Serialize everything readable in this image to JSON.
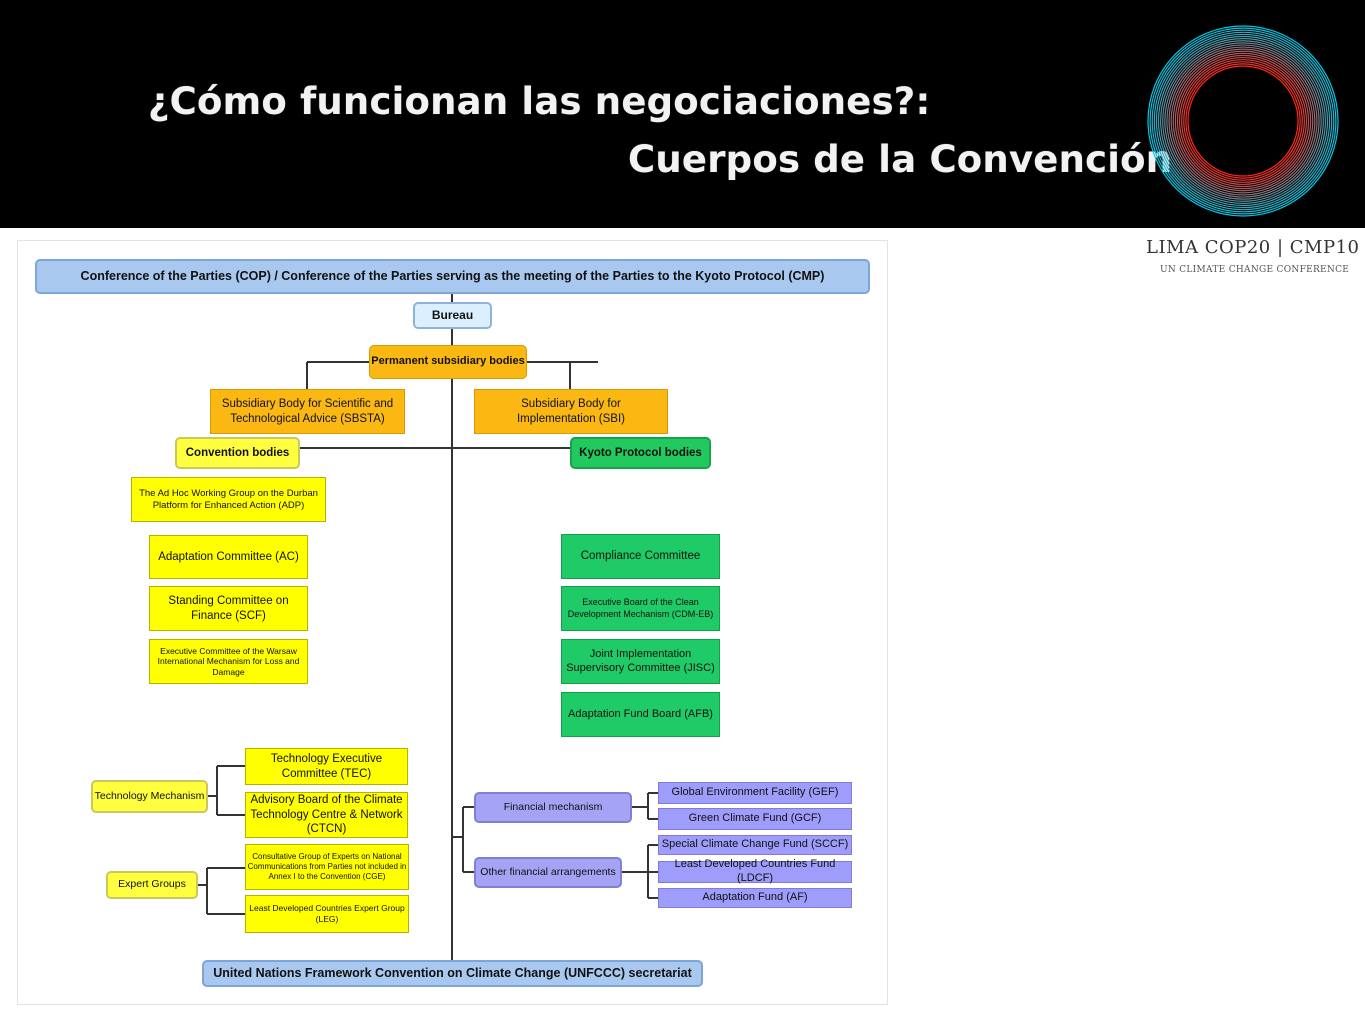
{
  "header": {
    "title_line1": "¿Cómo funcionan las negociaciones?:",
    "title_line2": "Cuerpos de la Convención"
  },
  "brand": {
    "line1": "LIMA COP20 | CMP10",
    "line2": "UN CLIMATE CHANGE CONFERENCE"
  },
  "chart": {
    "cop": "Conference of the Parties (COP) /  Conference of the Parties serving as the meeting of the Parties to the Kyoto Protocol (CMP)",
    "bureau": "Bureau",
    "permanent": "Permanent subsidiary bodies",
    "sbsta": "Subsidiary Body for Scientific and Technological Advice (SBSTA)",
    "sbi": "Subsidiary Body for Implementation (SBI)",
    "convention_bodies": "Convention bodies",
    "kyoto_bodies": "Kyoto Protocol bodies",
    "adp": "The Ad Hoc Working Group on the Durban Platform for Enhanced Action (ADP)",
    "ac": "Adaptation Committee (AC)",
    "scf": "Standing Committee on Finance (SCF)",
    "wim": "Executive Committee of the Warsaw International Mechanism for Loss and Damage",
    "compliance": "Compliance Committee",
    "cdm": "Executive Board of the Clean Development Mechanism (CDM-EB)",
    "jisc": "Joint Implementation Supervisory Committee (JISC)",
    "afb": "Adaptation Fund Board (AFB)",
    "tech_mechanism": "Technology Mechanism",
    "tec": "Technology Executive Committee (TEC)",
    "ctcn": "Advisory Board of the Climate Technology Centre & Network (CTCN)",
    "expert_groups": "Expert Groups",
    "cge": "Consultative Group of Experts on National Communications from Parties not included in Annex I to the Convention (CGE)",
    "leg": "Least Developed Countries Expert Group (LEG)",
    "financial_mechanism": "Financial mechanism",
    "gef": "Global Environment Facility (GEF)",
    "gcf": "Green Climate Fund (GCF)",
    "other_financial": "Other financial arrangements",
    "sccf": "Special Climate Change Fund (SCCF)",
    "ldcf": "Least Developed Countries Fund (LDCF)",
    "af": "Adaptation Fund (AF)",
    "unfccc": "United Nations Framework Convention on Climate Change (UNFCCC) secretariat"
  }
}
